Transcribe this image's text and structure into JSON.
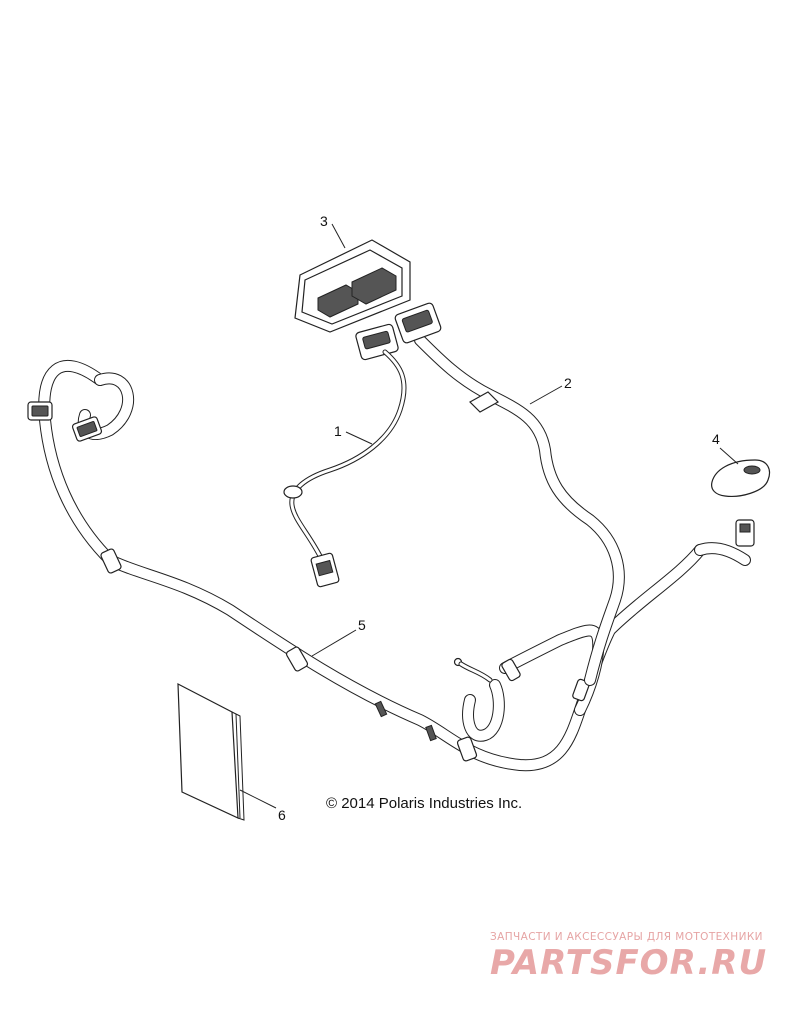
{
  "diagram": {
    "callouts": [
      {
        "id": "1",
        "label": "1"
      },
      {
        "id": "2",
        "label": "2"
      },
      {
        "id": "3",
        "label": "3"
      },
      {
        "id": "4",
        "label": "4"
      },
      {
        "id": "5",
        "label": "5"
      },
      {
        "id": "6",
        "label": "6"
      }
    ],
    "copyright": "© 2014 Polaris Industries Inc."
  },
  "watermark": {
    "tagline": "ЗАПЧАСТИ И АКСЕССУАРЫ ДЛЯ МОТОТЕХНИКИ",
    "brand": "PARTSFOR.RU"
  }
}
